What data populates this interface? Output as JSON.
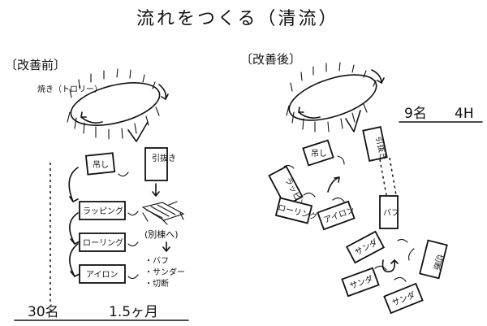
{
  "title": "流れをつくる（清流）",
  "before": {
    "label": "〔改善前〕",
    "oven_label": "焼き（トロリー）",
    "process_boxes": [
      "吊し",
      "ラッピング",
      "ローリング",
      "アイロン"
    ],
    "side_box": "引抜き",
    "other_place": "(別棟へ)",
    "other_items": [
      "・バフ",
      "・サンダー",
      "・切断"
    ],
    "stat_people": "30名",
    "stat_time": "1.5ヶ月"
  },
  "after": {
    "label": "〔改善後〕",
    "stat_people": "9名",
    "stat_time": "4H",
    "boxes": [
      "吊し",
      "ラッピング",
      "引抜き",
      "ローリング",
      "アイロン",
      "バフ",
      "サンダ",
      "サンダ",
      "サンダ",
      "切断"
    ]
  }
}
